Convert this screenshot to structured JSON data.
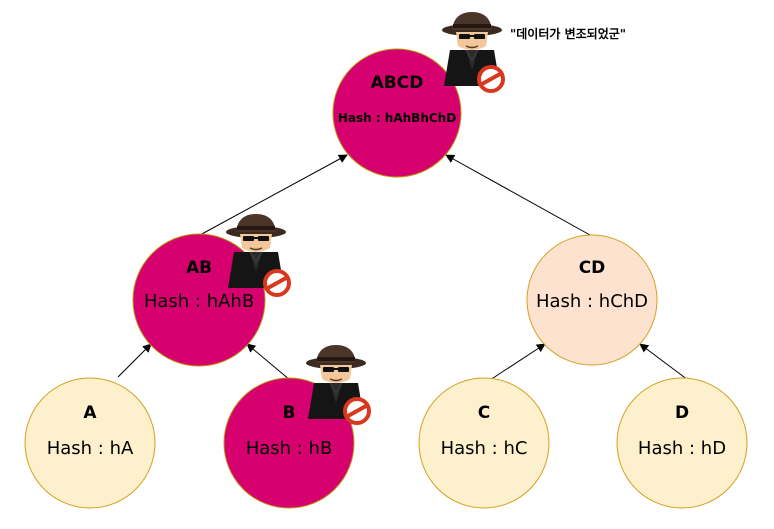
{
  "nodes": {
    "abcd": {
      "title": "ABCD",
      "hash": "Hash : hAhBhChD",
      "tampered": true,
      "color": "#d6006f"
    },
    "ab": {
      "title": "AB",
      "hash": "Hash : hAhB",
      "tampered": true,
      "color": "#d6006f"
    },
    "cd": {
      "title": "CD",
      "hash": "Hash : hChD",
      "tampered": false,
      "color": "#fde3cf"
    },
    "a": {
      "title": "A",
      "hash": "Hash : hA",
      "tampered": false,
      "color": "#fdf0cc"
    },
    "b": {
      "title": "B",
      "hash": "Hash : hB",
      "tampered": true,
      "color": "#d6006f"
    },
    "c": {
      "title": "C",
      "hash": "Hash : hC",
      "tampered": false,
      "color": "#fdf0cc"
    },
    "d": {
      "title": "D",
      "hash": "Hash : hD",
      "tampered": false,
      "color": "#fdf0cc"
    }
  },
  "speech": "\"데이터가 변조되었군\"",
  "icons": {
    "hacker": "hacker-icon",
    "prohibited": "prohibited-icon"
  }
}
